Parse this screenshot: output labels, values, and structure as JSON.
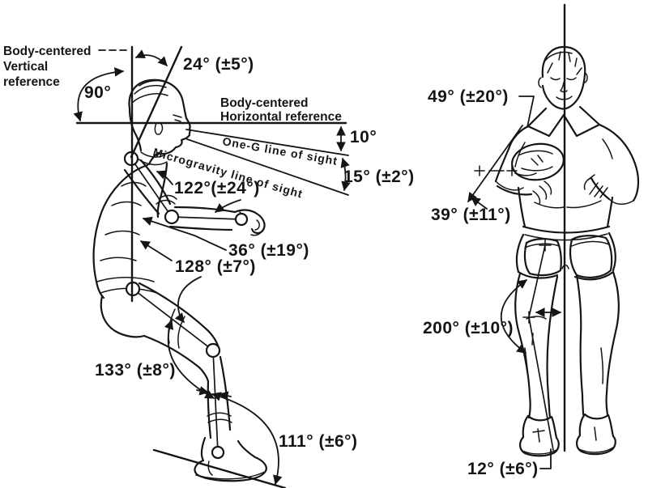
{
  "colors": {
    "ink": "#151515",
    "background": "#ffffff"
  },
  "left_view": {
    "labels": {
      "vertical_reference": {
        "line1": "Body-centered",
        "line2": "Vertical",
        "line3": "reference"
      },
      "horizontal_reference": {
        "line1": "Body-centered",
        "line2": "Horizontal reference"
      },
      "one_g_line": "One-G line of sight",
      "microgravity_line": "Microgravity line of sight"
    },
    "angles": {
      "vertical": "90°",
      "head_tilt": "24° (±5°)",
      "one_g_sight": "10°",
      "microgravity_sight": "15° (±2°)",
      "shoulder": "122°(±24°)",
      "wrist": "36° (±19°)",
      "hip": "128° (±7°)",
      "knee": "133° (±8°)",
      "ankle": "111° (±6°)"
    }
  },
  "right_view": {
    "angles": {
      "shoulder_abduction": "49° (±20°)",
      "elbow": "39° (±11°)",
      "knee_splay": "200° (±10°)",
      "foot": "12° (±6°)"
    }
  }
}
